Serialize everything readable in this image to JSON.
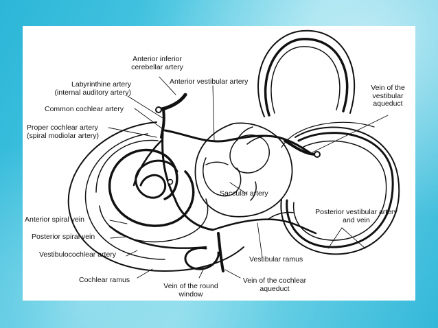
{
  "labels": {
    "anterior_inferior_cerebellar": "Anterior inferior\ncerebellar artery",
    "anterior_vestibular": "Anterior vestibular artery",
    "labyrinthine": "Labyrinthine artery\n(internal auditory artery)",
    "common_cochlear": "Common cochlear artery",
    "proper_cochlear": "Proper cochlear artery\n(spiral modiolar artery)",
    "vein_vestibular_aqueduct": "Vein of the\nvestibular\naqueduct",
    "saccular": "Saccular artery",
    "anterior_spiral_vein": "Anterior spiral vein",
    "posterior_spiral_vein": "Posterior spiral vein",
    "posterior_vestibular": "Posterior vestibular artery\nand vein",
    "vestibulocochlear": "Vestibulocochlear artery",
    "vestibular_ramus": "Vestibular ramus",
    "cochlear_ramus": "Cochlear ramus",
    "vein_round_window": "Vein of the round\nwindow",
    "vein_cochlear_aqueduct": "Vein of the cochlear\naqueduct"
  }
}
